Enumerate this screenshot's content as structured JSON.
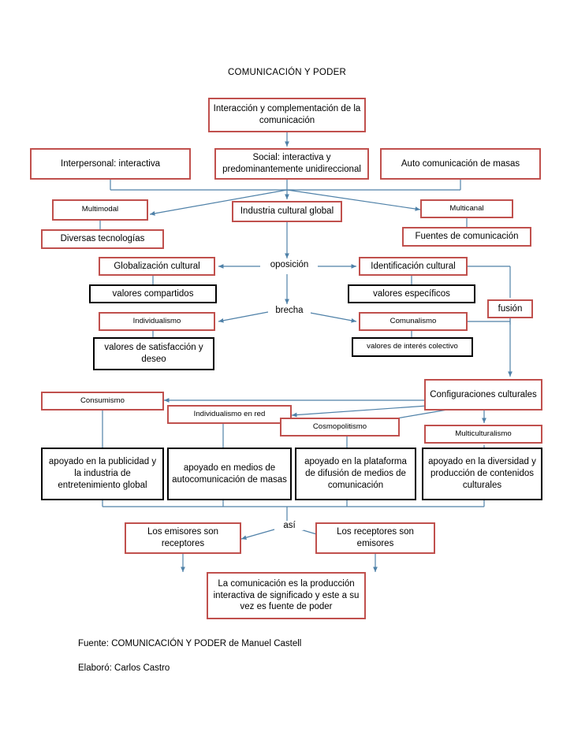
{
  "document": {
    "title": "COMUNICACIÓN Y PODER",
    "source_line": "Fuente: COMUNICACIÓN Y PODER de Manuel Castell",
    "author_line": "Elaboró: Carlos Castro"
  },
  "colors": {
    "red_border": "#C0504D",
    "black_border": "#000000",
    "connector": "#4F81A8",
    "background": "#FFFFFF",
    "text": "#000000"
  },
  "nodes": {
    "root": "Interacción y complementación de la comunicación",
    "interpersonal": "Interpersonal: interactiva",
    "social": "Social: interactiva y predominantemente unidireccional",
    "auto_comunicacion": "Auto comunicación de masas",
    "multimodal": "Multimodal",
    "industria": "Industria cultural global",
    "multicanal": "Multicanal",
    "diversas_tecnologias": "Diversas tecnologías",
    "fuentes": "Fuentes de comunicación",
    "globalizacion": "Globalización cultural",
    "identificacion": "Identificación cultural",
    "valores_compartidos": "valores compartidos",
    "valores_especificos": "valores específicos",
    "individualismo": "Individualismo",
    "comunalismo": "Comunalismo",
    "fusion": "fusión",
    "valores_satisfaccion": "valores de satisfacción y deseo",
    "valores_colectivo": "valores de interés colectivo",
    "configuraciones": "Configuraciones culturales",
    "consumismo": "Consumismo",
    "individualismo_red": "Individualismo en red",
    "cosmopolitismo": "Cosmopolitismo",
    "multiculturalismo": "Multiculturalismo",
    "apoyo_publicidad": "apoyado en la publicidad y la industria de entretenimiento global",
    "apoyo_medios": "apoyado en medios de autocomunicación de masas",
    "apoyo_plataforma": "apoyado en la plataforma de difusión de medios de comunicación",
    "apoyo_diversidad": "apoyado en la diversidad y producción de contenidos culturales",
    "emisores_receptores": "Los emisores son receptores",
    "receptores_emisores": "Los receptores son emisores",
    "conclusion": "La comunicación es la producción interactiva de significado y este a su vez es fuente de poder"
  },
  "edge_labels": {
    "oposicion": "oposición",
    "brecha": "brecha",
    "asi": "así"
  }
}
